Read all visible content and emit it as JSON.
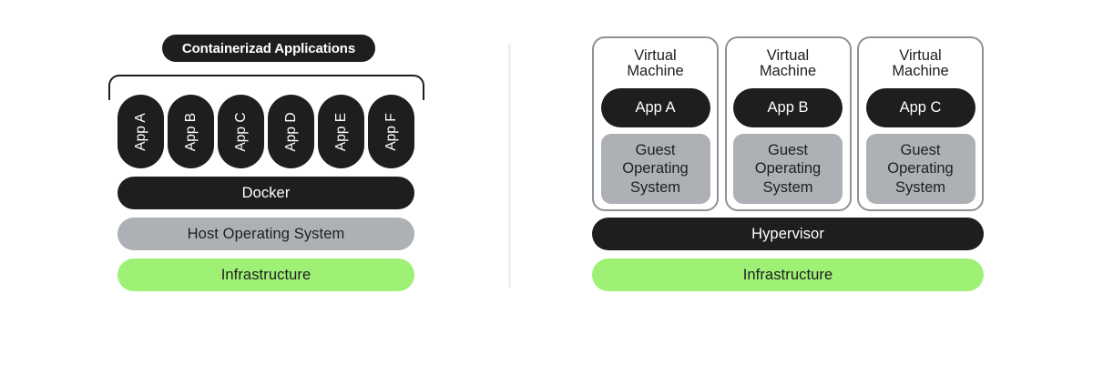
{
  "diagram": {
    "left": {
      "title_pill": "Containerizad Applications",
      "apps": [
        {
          "label": "App A"
        },
        {
          "label": "App B"
        },
        {
          "label": "App C"
        },
        {
          "label": "App D"
        },
        {
          "label": "App E"
        },
        {
          "label": "App F"
        }
      ],
      "layers": {
        "runtime": "Docker",
        "host_os": "Host Operating System",
        "infrastructure": "Infrastructure"
      }
    },
    "right": {
      "vms": [
        {
          "title": "Virtual\nMachine",
          "title_lines": [
            "Virtual",
            "Machine"
          ],
          "app": "App A",
          "guest_os": "Guest Operating System"
        },
        {
          "title": "Virtual\nMachine",
          "title_lines": [
            "Virtual",
            "Machine"
          ],
          "app": "App B",
          "guest_os": "Guest Operating System"
        },
        {
          "title": "Virtual\nMachine",
          "title_lines": [
            "Virtual",
            "Machine"
          ],
          "app": "App C",
          "guest_os": "Guest Operating System"
        }
      ],
      "layers": {
        "hypervisor": "Hypervisor",
        "infrastructure": "Infrastructure"
      }
    },
    "colors": {
      "dark": "#1e1e21",
      "gray": "#adb1b5",
      "green": "#9ef175",
      "vm_border": "#8e9297",
      "divider": "#f0f0f1",
      "background": "#ffffff"
    }
  }
}
